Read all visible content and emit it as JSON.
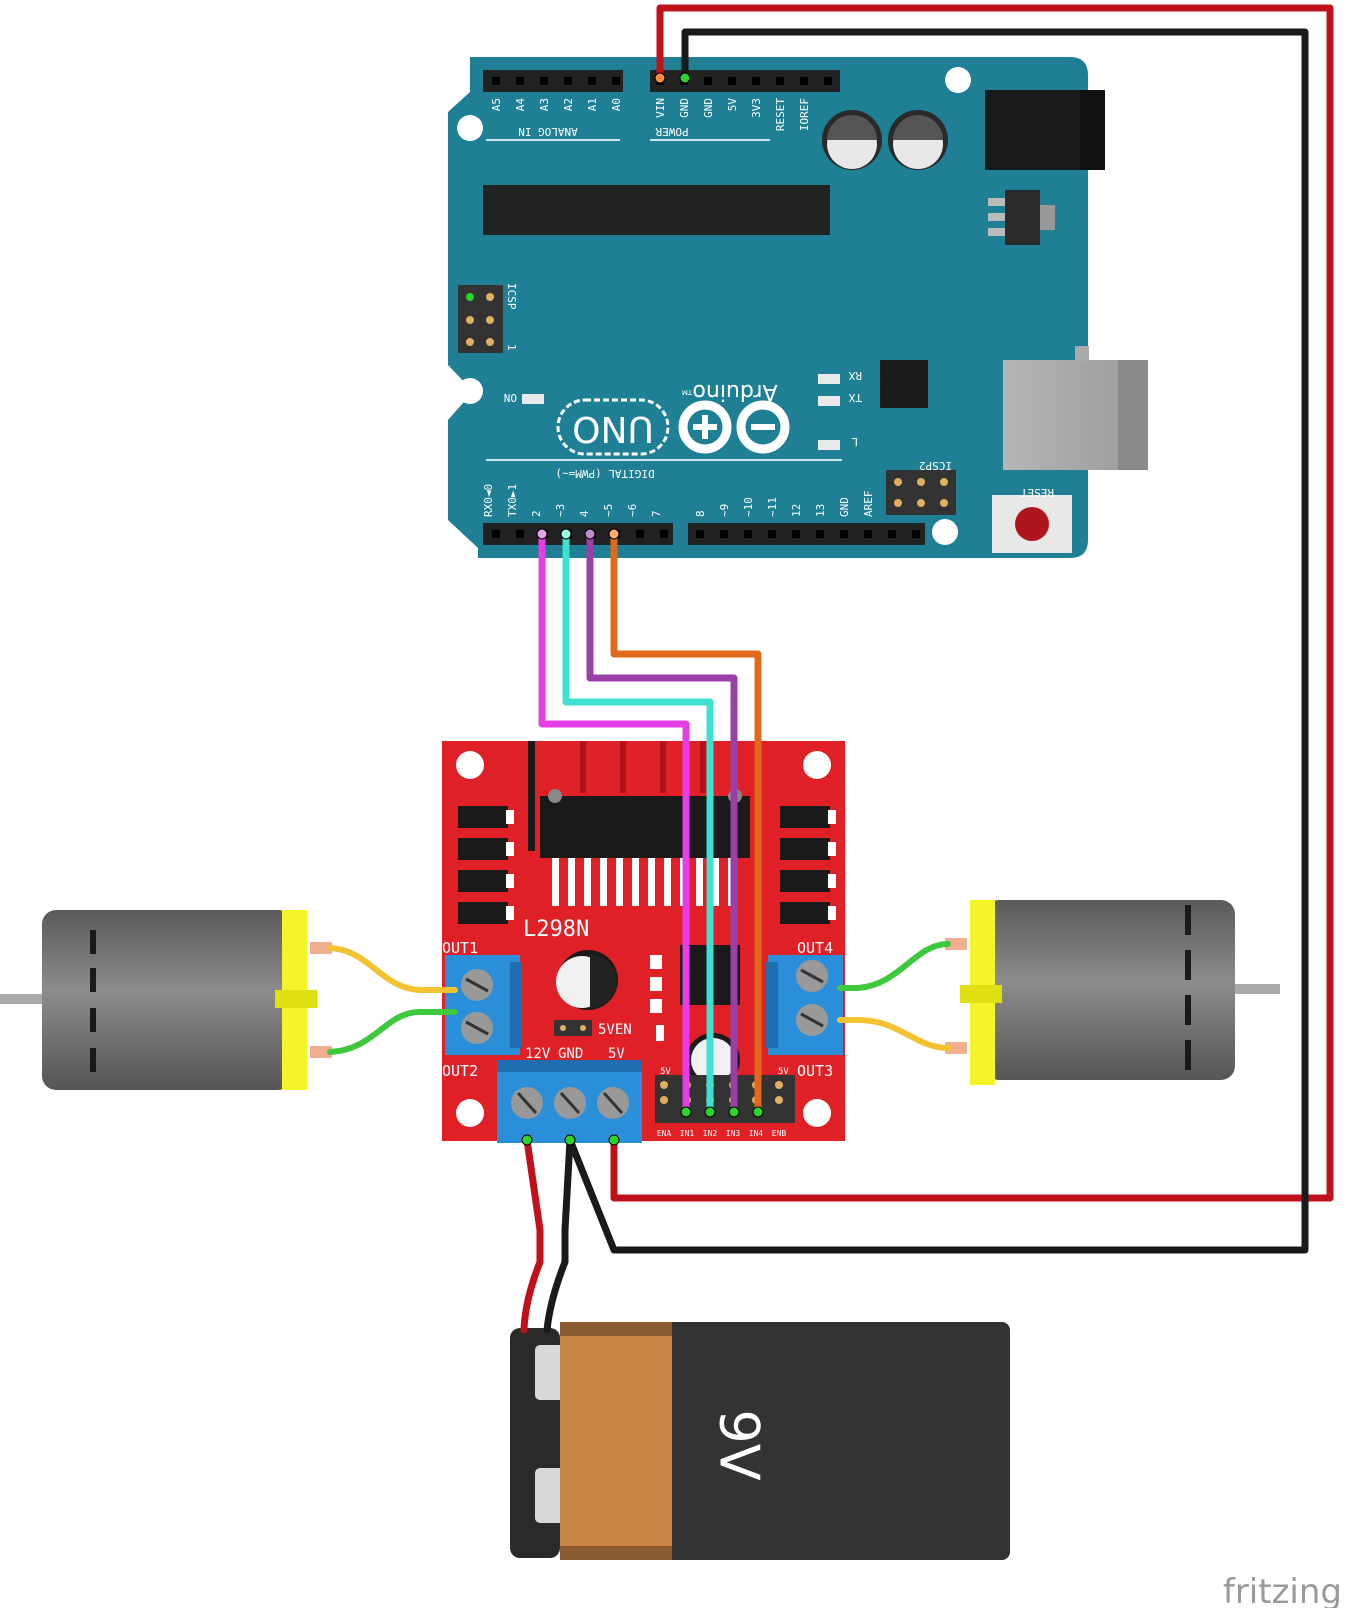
{
  "arduino": {
    "brand": "Arduino",
    "model": "UNO",
    "tm": "TM",
    "analog_header": "ANALOG IN",
    "power_header": "POWER",
    "digital_header": "DIGITAL (PWM=~)",
    "icsp": "ICSP",
    "icsp_pin1": "1",
    "icsp2": "ICSP2",
    "reset": "RESET",
    "on": "ON",
    "led_rx": "RX",
    "led_tx": "TX",
    "led_l": "L",
    "analog_pins": [
      "A5",
      "A4",
      "A3",
      "A2",
      "A1",
      "A0"
    ],
    "power_pins": [
      "VIN",
      "GND",
      "GND",
      "5V",
      "3V3",
      "RESET",
      "IOREF"
    ],
    "digital_low": [
      "RX0◄0",
      "TX0►1",
      "2",
      "~3",
      "4",
      "~5",
      "~6",
      "7"
    ],
    "digital_high": [
      "8",
      "~9",
      "~10",
      "~11",
      "12",
      "13",
      "GND",
      "AREF"
    ]
  },
  "driver": {
    "chip": "L298N",
    "out1": "OUT1",
    "out2": "OUT2",
    "out3": "OUT3",
    "out4": "OUT4",
    "sven": "5VEN",
    "v12": "12V",
    "gnd": "GND",
    "v5": "5V",
    "jumper_5v_left": "5V",
    "jumper_5v_right": "5V",
    "ctrl_pins": [
      "ENA",
      "IN1",
      "IN2",
      "IN3",
      "IN4",
      "ENB"
    ]
  },
  "battery": {
    "label": "9V"
  },
  "watermark": "fritzing",
  "colors": {
    "arduino_board": "#1f7f94",
    "driver_board": "#e02027",
    "terminal_blue": "#2a8fd8",
    "wire_red": "#c0101a",
    "wire_black": "#1a1a1a",
    "wire_magenta": "#e63ee6",
    "wire_cyan": "#3ee0d0",
    "wire_purple": "#9b3fa8",
    "wire_orange": "#e06a1a",
    "motor_lead_yellow": "#f2c230",
    "motor_lead_green": "#3ec83e",
    "motor_cap": "#f4f428",
    "battery_label": "#c98448",
    "battery_body": "#333333"
  }
}
